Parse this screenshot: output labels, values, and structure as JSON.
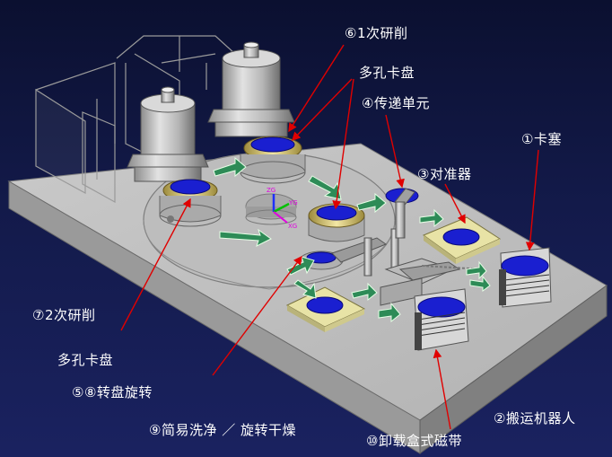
{
  "labels": {
    "l6": "⑥1次研削",
    "multi_top": "多孔卡盘",
    "l4": "④传递单元",
    "l1": "①卡塞",
    "l3": "③对准器",
    "l7": "⑦2次研削",
    "multi_bottom": "多孔卡盘",
    "l58": "⑤⑧转盘旋转",
    "l9": "⑨简易洗净 ／ 旋转干燥",
    "l2": "②搬运机器人",
    "l10": "⑩卸载盒式磁带"
  },
  "axis": {
    "z": "ZG",
    "y": "YG",
    "x": "XG"
  },
  "colors": {
    "background": "#131a4a",
    "wafer": "#1a1fd0",
    "arrow": "#2e8b57",
    "pointer": "#e00000",
    "pad": "#e8e3a6"
  }
}
